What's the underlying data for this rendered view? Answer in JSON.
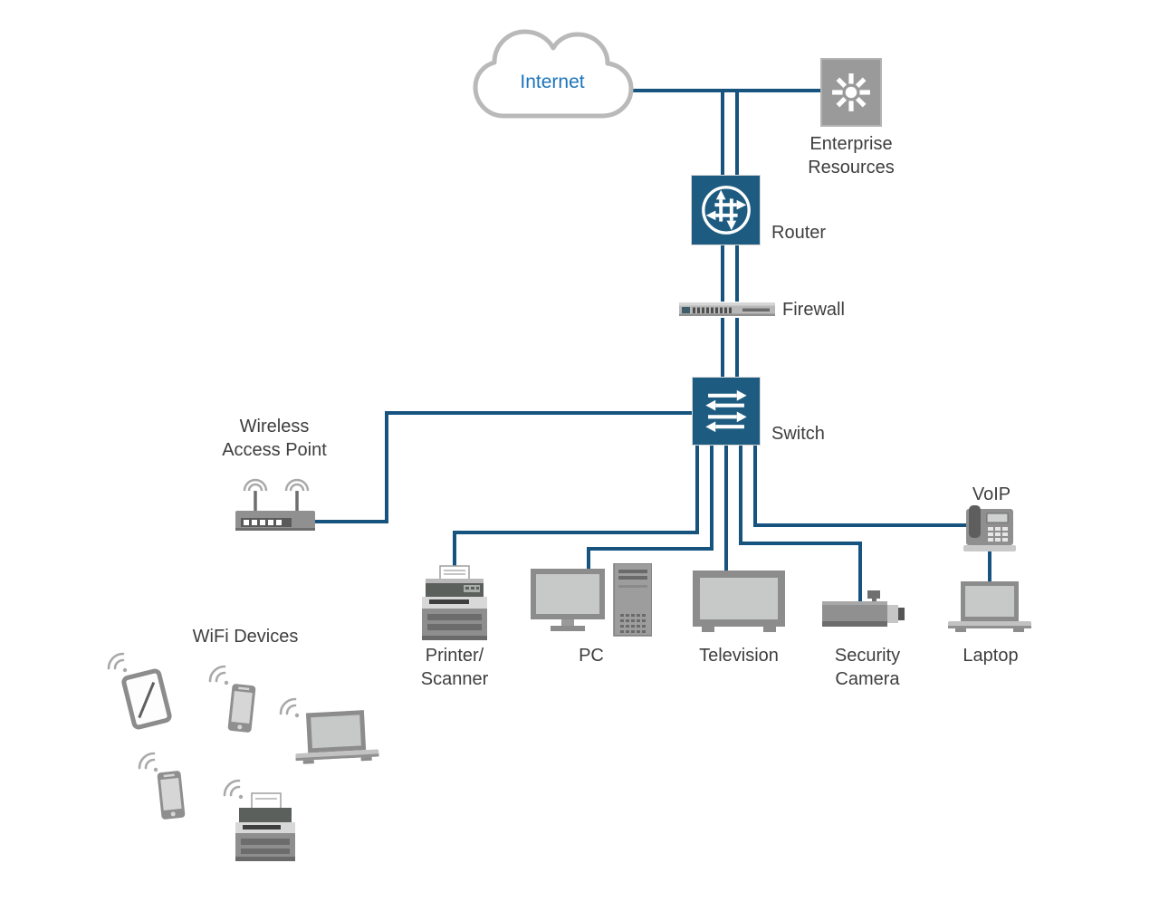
{
  "diagram": {
    "kind": "network-topology",
    "colors": {
      "connection_line": "#16537e",
      "node_blue": "#1d5c80",
      "device_gray": "#909090",
      "device_dark": "#5e5e5e",
      "label_text": "#3e3e3e",
      "internet_label": "#1b74bc",
      "cloud_outline": "#b9b9b9"
    },
    "nodes": {
      "internet": {
        "label": "Internet"
      },
      "enterprise_resources": {
        "label_line1": "Enterprise",
        "label_line2": "Resources"
      },
      "router": {
        "label": "Router"
      },
      "firewall": {
        "label": "Firewall"
      },
      "switch": {
        "label": "Switch"
      },
      "wireless_access_point": {
        "label_line1": "Wireless",
        "label_line2": "Access Point"
      },
      "voip": {
        "label": "VoIP"
      },
      "printer_scanner": {
        "label_line1": "Printer/",
        "label_line2": "Scanner"
      },
      "pc": {
        "label": "PC"
      },
      "television": {
        "label": "Television"
      },
      "security_camera": {
        "label_line1": "Security",
        "label_line2": "Camera"
      },
      "laptop": {
        "label": "Laptop"
      },
      "wifi_devices_group": {
        "label": "WiFi Devices"
      }
    },
    "edges": [
      {
        "from": "internet",
        "to": "enterprise_resources",
        "style": "single"
      },
      {
        "from": "internet",
        "to": "router",
        "style": "double"
      },
      {
        "from": "router",
        "to": "firewall",
        "style": "double"
      },
      {
        "from": "firewall",
        "to": "switch",
        "style": "double"
      },
      {
        "from": "switch",
        "to": "wireless_access_point",
        "style": "single"
      },
      {
        "from": "switch",
        "to": "printer_scanner",
        "style": "single"
      },
      {
        "from": "switch",
        "to": "pc",
        "style": "single"
      },
      {
        "from": "switch",
        "to": "television",
        "style": "single"
      },
      {
        "from": "switch",
        "to": "security_camera",
        "style": "single"
      },
      {
        "from": "switch",
        "to": "voip",
        "style": "single"
      },
      {
        "from": "voip",
        "to": "laptop",
        "style": "single"
      }
    ]
  }
}
